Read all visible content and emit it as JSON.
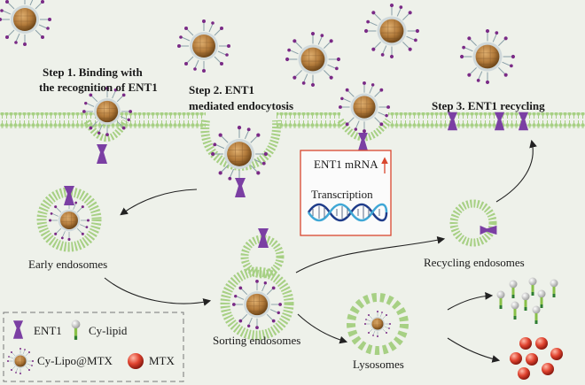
{
  "steps": {
    "step1_line1": "Step 1. Binding with",
    "step1_line2": "the recognition of ENT1",
    "step2_line1": "Step 2. ENT1",
    "step2_line2": "mediated endocytosis",
    "step3": "Step 3. ENT1 recycling"
  },
  "compartments": {
    "early": "Early endosomes",
    "sorting": "Sorting endosomes",
    "recycling": "Recycling endosomes",
    "lysosomes": "Lysosomes"
  },
  "nucleus": {
    "mrna": "ENT1 mRNA",
    "transcription": "Transcription"
  },
  "legend": {
    "ent1": "ENT1",
    "cy_lipid": "Cy-lipid",
    "cy_lipo": "Cy-Lipo@MTX",
    "mtx": "MTX"
  },
  "colors": {
    "background": "#eef1ea",
    "membrane": "#9fc77c",
    "ent1": "#7b3fa3",
    "nanoparticle_core": "#b27a3a",
    "mtx": "#d63a2a",
    "box_border": "#d9472f"
  }
}
